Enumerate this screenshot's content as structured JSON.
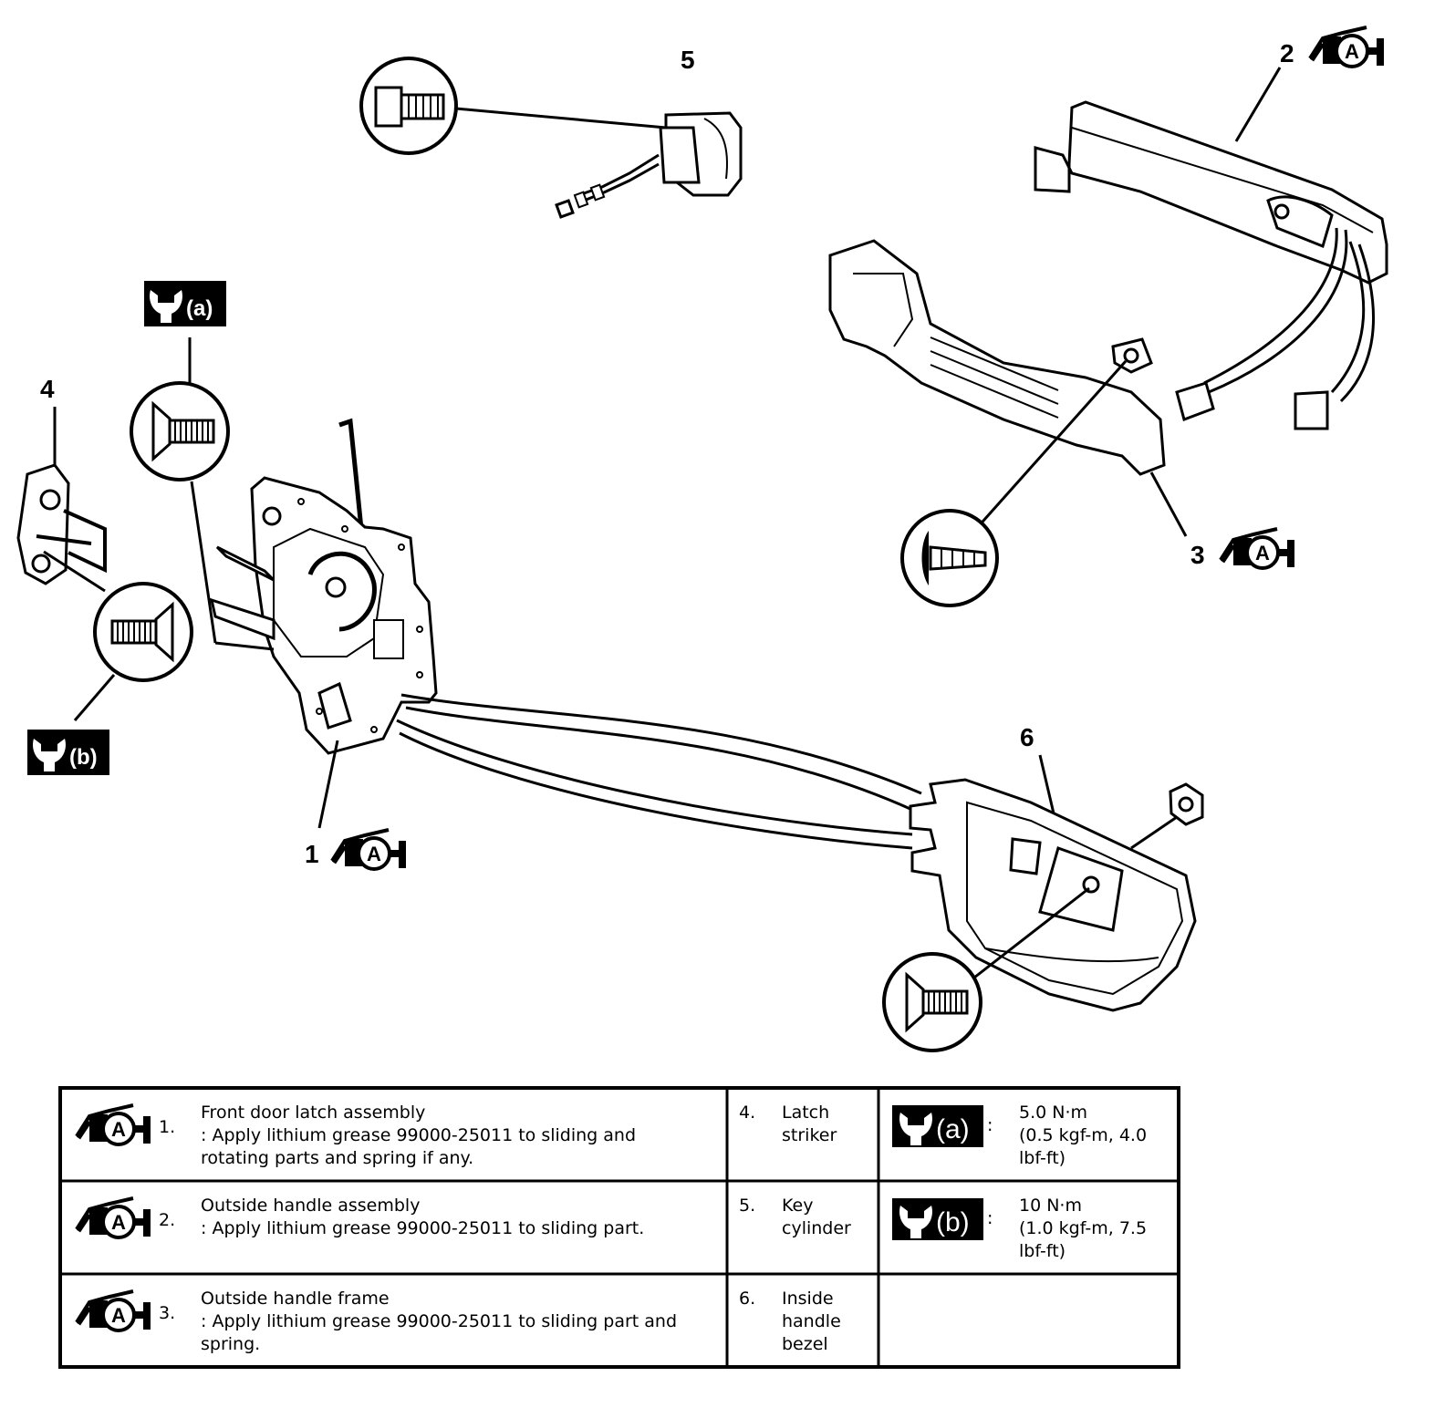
{
  "callouts": {
    "c1": "1",
    "c2": "2",
    "c3": "3",
    "c4": "4",
    "c5": "5",
    "c6": "6"
  },
  "symbols": {
    "grease": "A",
    "torque_a": "(a)",
    "torque_b": "(b)"
  },
  "legend": {
    "items": [
      {
        "num": "1.",
        "title": "Front door latch assembly",
        "note_1": ": Apply lithium grease 99000-25011 to sliding and",
        "note_2": "rotating parts and spring if any."
      },
      {
        "num": "2.",
        "title": "Outside handle assembly",
        "note_1": ": Apply lithium grease 99000-25011 to sliding part.",
        "note_2": ""
      },
      {
        "num": "3.",
        "title": "Outside handle frame",
        "note_1": ": Apply lithium grease 99000-25011 to sliding part and",
        "note_2": "spring."
      }
    ],
    "parts": [
      {
        "num": "4.",
        "l1": "Latch",
        "l2": "striker",
        "l3": ""
      },
      {
        "num": "5.",
        "l1": "Key",
        "l2": "cylinder",
        "l3": ""
      },
      {
        "num": "6.",
        "l1": "Inside",
        "l2": "handle",
        "l3": "bezel"
      }
    ],
    "torques": [
      {
        "label": "(a)",
        "colon": ":",
        "l1": "5.0 N·m",
        "l2": "(0.5 kgf-m, 4.0",
        "l3": "lbf-ft)"
      },
      {
        "label": "(b)",
        "colon": ":",
        "l1": "10 N·m",
        "l2": "(1.0 kgf-m, 7.5",
        "l3": "lbf-ft)"
      }
    ]
  }
}
